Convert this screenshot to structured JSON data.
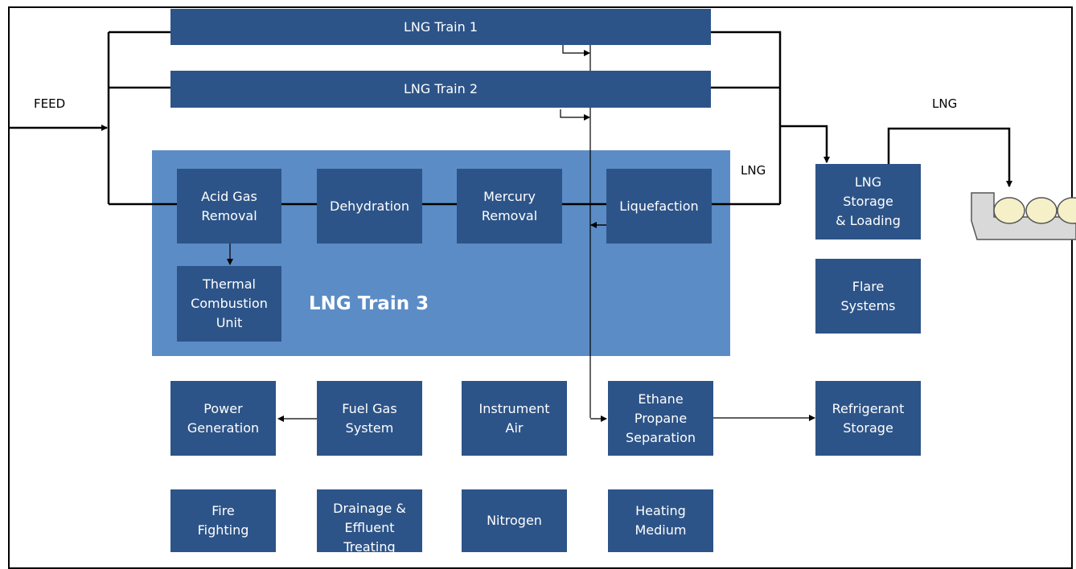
{
  "labels": {
    "feed": "FEED",
    "lng_out": "LNG",
    "lng_side": "LNG",
    "train3_title": "LNG Train 3"
  },
  "trains": {
    "train1": "LNG Train 1",
    "train2": "LNG Train 2"
  },
  "train3_units": {
    "acid_gas": "Acid Gas\nRemoval",
    "dehydration": "Dehydration",
    "mercury": "Mercury\nRemoval",
    "liquefaction": "Liquefaction",
    "thermal": "Thermal\nCombustion\nUnit"
  },
  "utilities": {
    "power": "Power\nGeneration",
    "fuel_gas": "Fuel Gas\nSystem",
    "instrument_air": "Instrument\nAir",
    "ethane": "Ethane\nPropane\nSeparation",
    "refrigerant": "Refrigerant\nStorage",
    "fire": "Fire\nFighting",
    "drainage": "Drainage &\nEffluent\nTreating",
    "nitrogen": "Nitrogen",
    "heating": "Heating\nMedium",
    "lng_storage": "LNG\nStorage\n& Loading",
    "flare": "Flare\nSystems"
  },
  "colors": {
    "unit_box": "#2d5488",
    "train3_area": "#5b8cc6",
    "ship_hull": "#d9d9d9",
    "ship_tank": "#f5f0c8"
  }
}
